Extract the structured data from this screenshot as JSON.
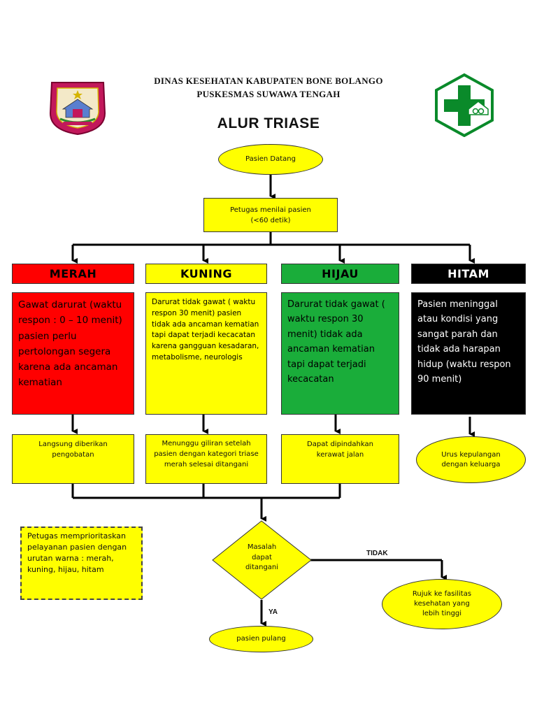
{
  "header": {
    "line1": "DINAS KESEHATAN KABUPATEN BONE BOLANGO",
    "line2": "PUSKESMAS SUWAWA TENGAH",
    "title": "ALUR TRIASE"
  },
  "logos": {
    "left": {
      "icon": "regency-shield-emblem-icon",
      "color": "#c2185b"
    },
    "right": {
      "icon": "puskesmas-green-cross-hexagon-icon",
      "color": "#0a8a2a"
    }
  },
  "flow": {
    "start": "Pasien Datang",
    "assess_line1": "Petugas menilai pasien",
    "assess_line2": "(<60 detik)",
    "categories": [
      {
        "name": "MERAH",
        "color": "#ff0000",
        "text_color": "#000000",
        "description": "Gawat darurat (waktu respon : 0 – 10 menit) pasien perlu pertolongan segera karena ada ancaman kematian",
        "action": "Langsung diberikan pengobatan"
      },
      {
        "name": "KUNING",
        "color": "#ffff00",
        "text_color": "#000000",
        "description": "Darurat tidak gawat ( waktu respon 30 menit) pasien tidak ada ancaman kematian tapi dapat terjadi kecacatan karena gangguan kesadaran, metabolisme, neurologis",
        "action": "Menunggu giliran setelah pasien dengan kategori triase merah selesai ditangani"
      },
      {
        "name": "HIJAU",
        "color": "#1aad3a",
        "text_color": "#000000",
        "description": "Darurat tidak gawat ( waktu respon 30 menit) tidak ada ancaman kematian tapi dapat terjadi kecacatan",
        "action": "Dapat dipindahkan kerawat jalan"
      },
      {
        "name": "HITAM",
        "color": "#000000",
        "text_color": "#ffffff",
        "description": "Pasien meninggal atau kondisi yang sangat parah dan tidak ada harapan hidup (waktu respon 90 menit)",
        "action": "Urus kepulangan dengan keluarga"
      }
    ],
    "decision_line1": "Masalah",
    "decision_line2": "dapat",
    "decision_line3": "ditangani",
    "no_label": "TIDAK",
    "yes_label": "YA",
    "refer": "Rujuk ke fasilitas kesehatan yang lebih tinggi",
    "end": "pasien pulang",
    "note": "Petugas memprioritaskan pelayanan pasien dengan urutan warna : merah, kuning, hijau, hitam"
  }
}
